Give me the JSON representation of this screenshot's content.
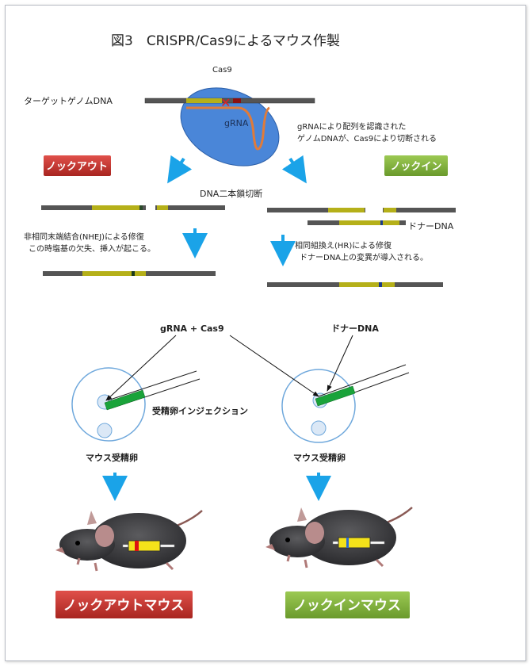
{
  "title": "図3　CRISPR/Cas9によるマウス作製",
  "cas9_label": "Cas9",
  "target_dna_label": "ターゲットゲノムDNA",
  "grna_label": "gRNA",
  "cut_note": [
    "gRNAにより配列を認識された",
    "ゲノムDNAが、Cas9により切断される"
  ],
  "knockout_label": "ノックアウト",
  "knockin_label": "ノックイン",
  "dsb_label": "DNA二本鎖切断",
  "donor_dna_label": "ドナーDNA",
  "nhej_text": [
    "非相同末端結合(NHEJ)による修復",
    "この時塩基の欠失、挿入が起こる。"
  ],
  "hr_text": [
    "相同組換え(HR)による修復",
    "ドナーDNA上の変異が導入される。"
  ],
  "injection_left_label": "gRNA + Cas9",
  "injection_right_label": "ドナーDNA",
  "injection_label": "受精卵インジェクション",
  "egg_label": "マウス受精卵",
  "knockout_mouse_label": "ノックアウトマウス",
  "knockin_mouse_label": "ノックインマウス",
  "colors": {
    "knockout": "#c0302b",
    "knockin": "#7fae3a",
    "arrow": "#1aa3e8",
    "cas9": "#4a86d8",
    "dna": "#555555",
    "target": "#b5b019",
    "grna": "#e07b39"
  }
}
